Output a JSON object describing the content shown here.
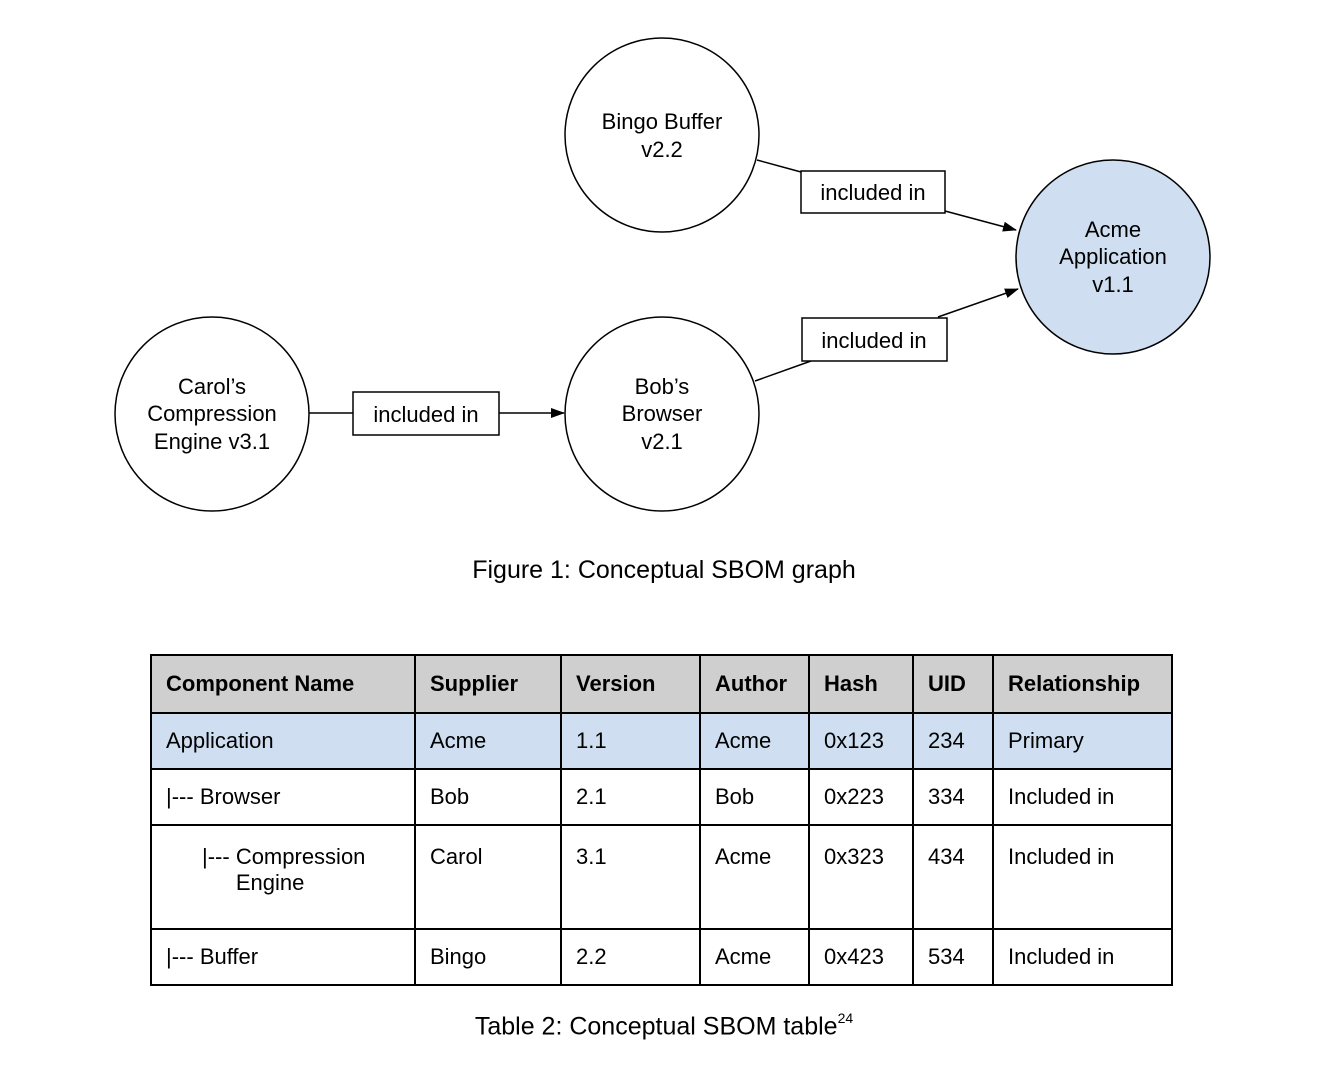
{
  "diagram": {
    "nodes": {
      "bingo": {
        "lines": [
          "Bingo Buffer",
          "v2.2"
        ],
        "fill": "#ffffff"
      },
      "acme": {
        "lines": [
          "Acme",
          "Application",
          "v1.1"
        ],
        "fill": "#cfdff1"
      },
      "carol": {
        "lines": [
          "Carol’s",
          "Compression",
          "Engine v3.1"
        ],
        "fill": "#ffffff"
      },
      "bob": {
        "lines": [
          "Bob’s",
          "Browser",
          "v2.1"
        ],
        "fill": "#ffffff"
      }
    },
    "edges": {
      "bingo_acme": "included in",
      "bob_acme": "included in",
      "carol_bob": "included in"
    }
  },
  "figure_caption": "Figure 1: Conceptual SBOM graph",
  "table": {
    "headers": [
      "Component Name",
      "Supplier",
      "Version",
      "Author",
      "Hash",
      "UID",
      "Relationship"
    ],
    "rows": [
      {
        "prefix": "",
        "name": "Application",
        "supplier": "Acme",
        "version": "1.1",
        "author": "Acme",
        "hash": "0x123",
        "uid": "234",
        "relationship": "Primary"
      },
      {
        "prefix": "|--- ",
        "name": "Browser",
        "supplier": "Bob",
        "version": "2.1",
        "author": "Bob",
        "hash": "0x223",
        "uid": "334",
        "relationship": "Included in"
      },
      {
        "prefix": "|--- ",
        "name": "Compression Engine",
        "supplier": "Carol",
        "version": "3.1",
        "author": "Acme",
        "hash": "0x323",
        "uid": "434",
        "relationship": "Included in"
      },
      {
        "prefix": "|--- ",
        "name": "Buffer",
        "supplier": "Bingo",
        "version": "2.2",
        "author": "Acme",
        "hash": "0x423",
        "uid": "534",
        "relationship": "Included in"
      }
    ]
  },
  "table_caption": "Table 2: Conceptual SBOM table",
  "table_caption_footnote": "24"
}
